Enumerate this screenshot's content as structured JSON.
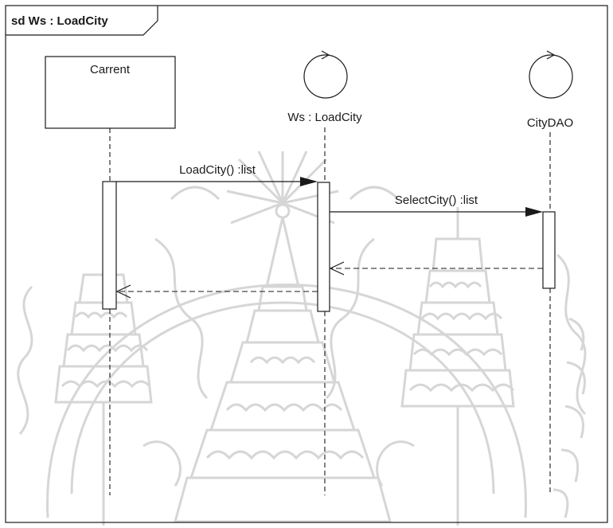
{
  "frame": {
    "label": "sd Ws : LoadCity"
  },
  "lifelines": [
    {
      "id": "carrent",
      "name": "Carrent",
      "kind": "object-box"
    },
    {
      "id": "ws",
      "name": "Ws : LoadCity",
      "kind": "control"
    },
    {
      "id": "citydao",
      "name": "CityDAO",
      "kind": "control"
    }
  ],
  "messages": [
    {
      "id": "m1",
      "label": "LoadCity() :list",
      "from": "carrent",
      "to": "ws",
      "kind": "sync"
    },
    {
      "id": "m2",
      "label": "SelectCity() :list",
      "from": "ws",
      "to": "citydao",
      "kind": "sync"
    },
    {
      "id": "r2",
      "label": "",
      "from": "citydao",
      "to": "ws",
      "kind": "return"
    },
    {
      "id": "r1",
      "label": "",
      "from": "ws",
      "to": "carrent",
      "kind": "return"
    }
  ],
  "watermark": {
    "description_icon": "university-seal-watermark",
    "color": "#d9d9d9"
  },
  "colors": {
    "line": "#1a1a1a",
    "background": "#ffffff"
  }
}
